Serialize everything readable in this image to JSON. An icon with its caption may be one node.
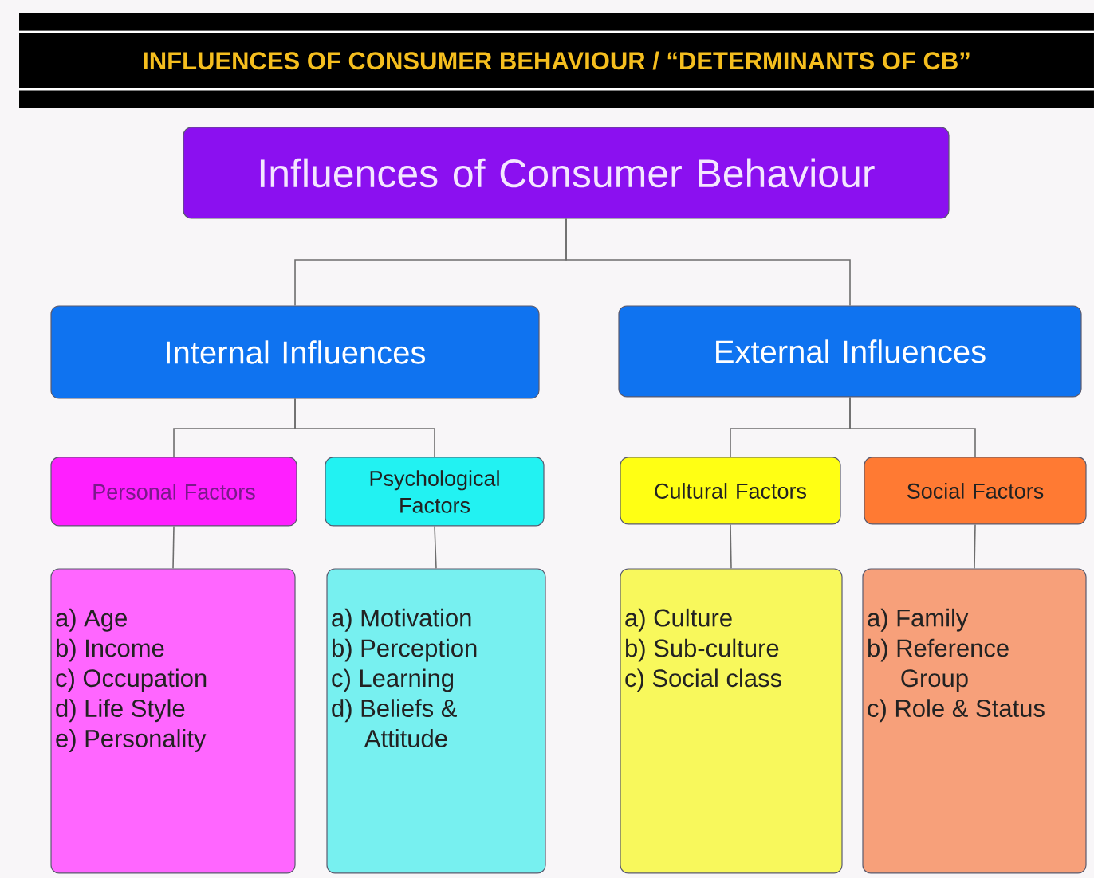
{
  "diagram": {
    "title": "INFLUENCES OF CONSUMER BEHAVIOUR / “DETERMINANTS OF CB”",
    "nodes": [
      {
        "text": [
          "Influences of Consumer Behaviour"
        ]
      },
      {
        "text": [
          "Internal Influences"
        ]
      },
      {
        "text": [
          "External Influences"
        ]
      },
      {
        "text": [
          "Personal Factors"
        ]
      },
      {
        "text": [
          "Psychological Factors"
        ]
      },
      {
        "text": [
          "Cultural Factors"
        ]
      },
      {
        "text": [
          "Social Factors"
        ]
      },
      {
        "text": [
          "a) Age",
          "b) Income",
          "c) Occupation",
          "d) Life Style",
          "e) Personality"
        ]
      },
      {
        "text": [
          "a) Motivation",
          "b) Perception",
          "c) Learning",
          "d) Beliefs & Attitude"
        ]
      },
      {
        "text": [
          "a) Culture",
          "b) Sub-culture",
          "c) Social class"
        ]
      },
      {
        "text": [
          "a) Family",
          "b) Reference Group",
          "c) Role & Status"
        ]
      }
    ],
    "edges": [
      {
        "from": 0,
        "to": 1,
        "arrow": "none"
      },
      {
        "from": 0,
        "to": 2,
        "arrow": "none"
      },
      {
        "from": 1,
        "to": 3,
        "arrow": "none"
      },
      {
        "from": 1,
        "to": 4,
        "arrow": "none"
      },
      {
        "from": 2,
        "to": 5,
        "arrow": "none"
      },
      {
        "from": 2,
        "to": 6,
        "arrow": "none"
      },
      {
        "from": 3,
        "to": 7,
        "arrow": "none"
      },
      {
        "from": 4,
        "to": 8,
        "arrow": "none"
      },
      {
        "from": 5,
        "to": 9,
        "arrow": "none"
      },
      {
        "from": 6,
        "to": 10,
        "arrow": "none"
      }
    ]
  }
}
